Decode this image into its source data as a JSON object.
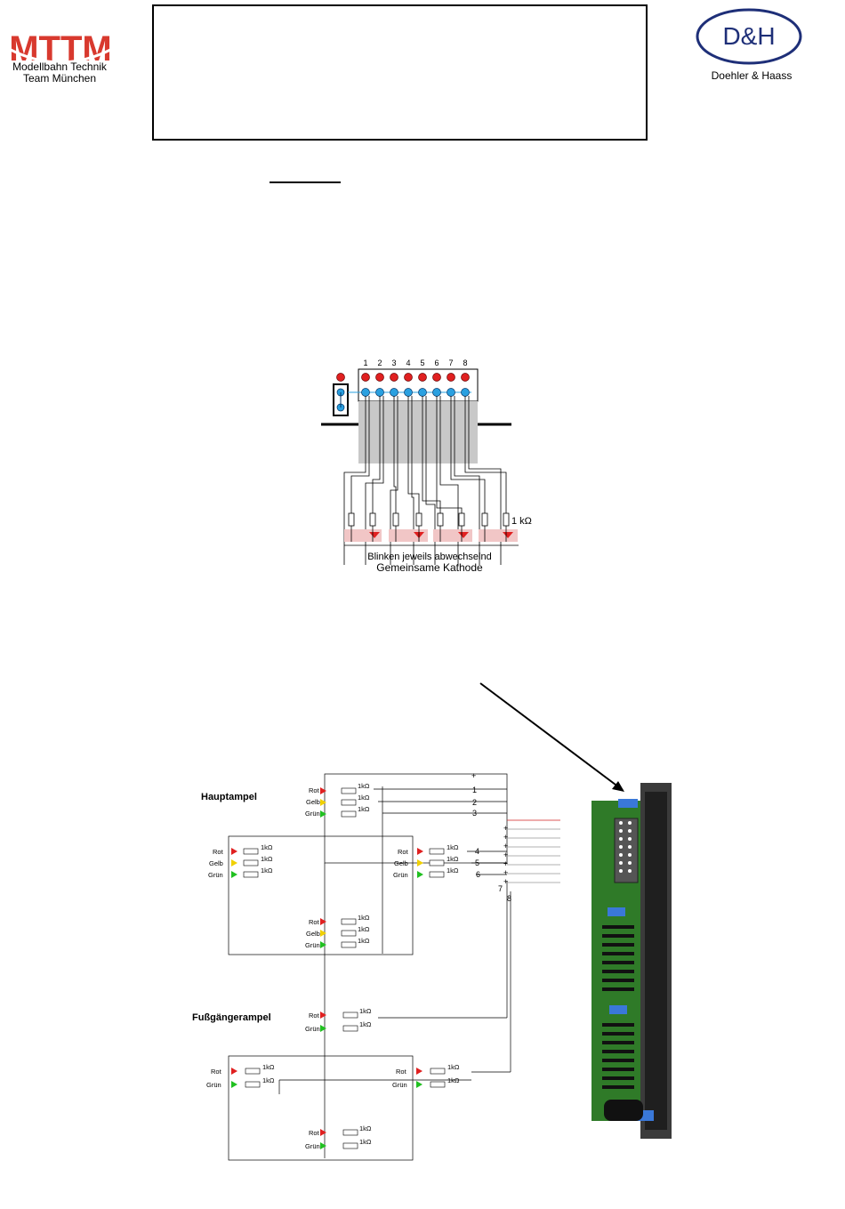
{
  "header": {
    "left_logo": {
      "mark": "MTTM",
      "line1": "Modellbahn Technik",
      "line2": "Team München"
    },
    "right_logo": {
      "mark": "D&H",
      "text": "Doehler & Haass"
    }
  },
  "top_diagram": {
    "pin_numbers": [
      "1",
      "2",
      "3",
      "4",
      "5",
      "6",
      "7",
      "8"
    ],
    "resistor_label": "1 kΩ",
    "caption_line1": "Blinken jeweils abwechselnd",
    "caption_line2": "Gemeinsame Kathode"
  },
  "bottom_diagram": {
    "section_main": "Hauptampel",
    "section_ped": "Fußgängerampel",
    "colors": {
      "red": "Rot",
      "yellow": "Gelb",
      "green": "Grün"
    },
    "resistor": "1kΩ",
    "plus": "+",
    "wire_numbers": [
      "1",
      "2",
      "3",
      "4",
      "5",
      "6",
      "7",
      "8"
    ]
  },
  "palette": {
    "led_red": "#e02020",
    "led_yellow": "#f0d000",
    "led_green": "#20c020",
    "pin_blue": "#2aa0e0",
    "board_green": "#2f7a28"
  }
}
